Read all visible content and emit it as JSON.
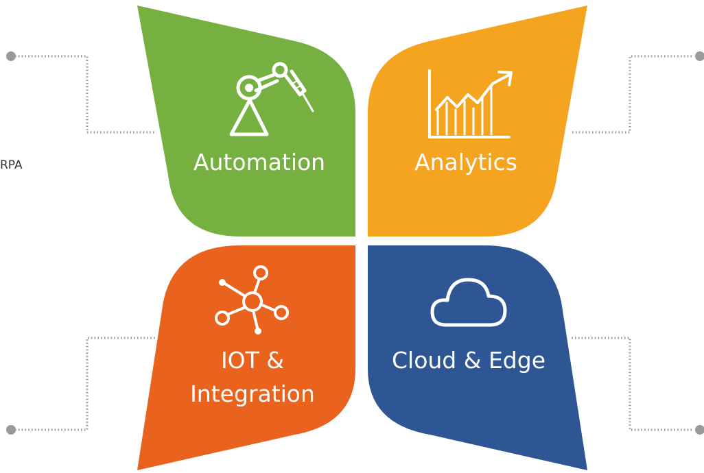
{
  "colors": {
    "automation": "#76B041",
    "analytics": "#F4A41F",
    "iot": "#E9621E",
    "cloud": "#2E5695",
    "icon": "#ffffff",
    "label": "#ffffff",
    "connector": "#9a9a9a",
    "side_text": "#333333"
  },
  "petals": {
    "automation": {
      "label": "Automation",
      "icon": "robot-arm-icon"
    },
    "analytics": {
      "label": "Analytics",
      "icon": "growth-chart-icon"
    },
    "iot": {
      "label_line1": "IOT &",
      "label_line2": "Integration",
      "icon": "network-hub-icon"
    },
    "cloud": {
      "label": "Cloud & Edge",
      "icon": "cloud-icon"
    }
  },
  "side_text": {
    "left_fragment": "RPA"
  }
}
